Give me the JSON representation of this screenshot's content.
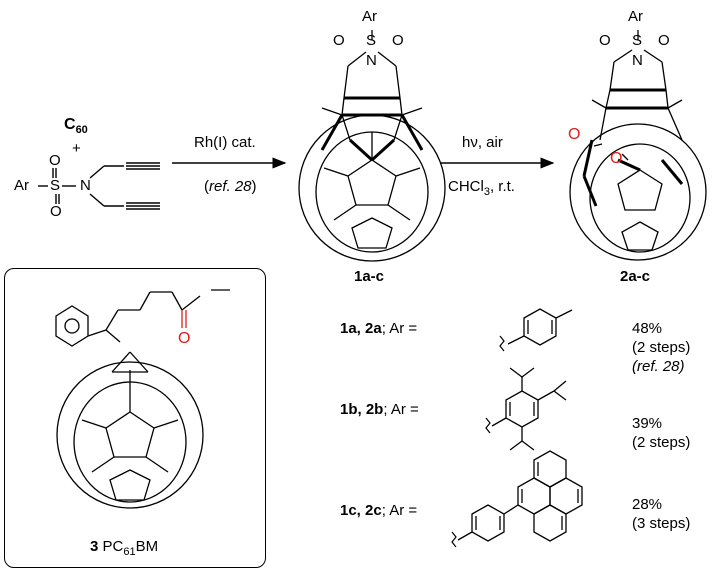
{
  "reagents": {
    "c60": "C",
    "c60_sub": "60",
    "plus": "+",
    "ar": "Ar",
    "s": "S",
    "n": "N",
    "o": "O"
  },
  "arrow1": {
    "above": "Rh(I) cat.",
    "below_open": "(",
    "below_ref": "ref. 28",
    "below_close": ")"
  },
  "arrow2": {
    "above": "hν, air",
    "below_main": "CHCl",
    "below_sub": "3",
    "below_tail": ", r.t."
  },
  "product1": {
    "ar": "Ar",
    "o": "O",
    "s": "S",
    "n": "N",
    "label": "1a-c"
  },
  "product2": {
    "ar": "Ar",
    "o": "O",
    "s": "S",
    "n": "N",
    "ketone_o": "O",
    "label": "2a-c"
  },
  "box": {
    "compound_num": "3",
    "name_main": " PC",
    "name_sub": "61",
    "name_tail": "BM",
    "ester_o": "O"
  },
  "table": {
    "rows": [
      {
        "compound": "1a, 2a",
        "ar_text": "; Ar =",
        "yield": "48%",
        "note1": "(2 steps)",
        "note2": "(ref. 28)"
      },
      {
        "compound": "1b, 2b",
        "ar_text": "; Ar =",
        "yield": "39%",
        "note1": "(2 steps)"
      },
      {
        "compound": "1c, 2c",
        "ar_text": "; Ar =",
        "yield": "28%",
        "note1": "(3 steps)"
      }
    ]
  },
  "colors": {
    "heteroatom_red": "#e0201b",
    "line": "#000000"
  }
}
